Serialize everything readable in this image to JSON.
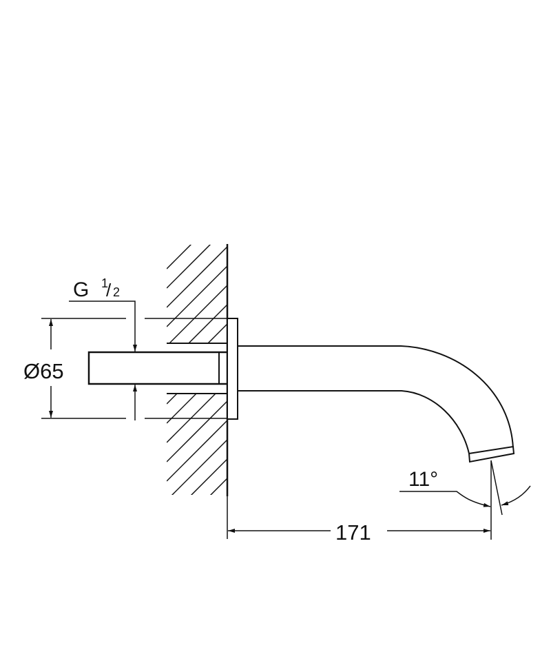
{
  "diagram": {
    "title": "Wall-mounted bath spout dimension drawing",
    "colors": {
      "line": "#111111",
      "background": "#ffffff"
    },
    "labels": {
      "thread": "G",
      "thread_num": "1",
      "thread_den": "2",
      "diameter": "Ø65",
      "projection": "171",
      "angle": "11°"
    }
  }
}
